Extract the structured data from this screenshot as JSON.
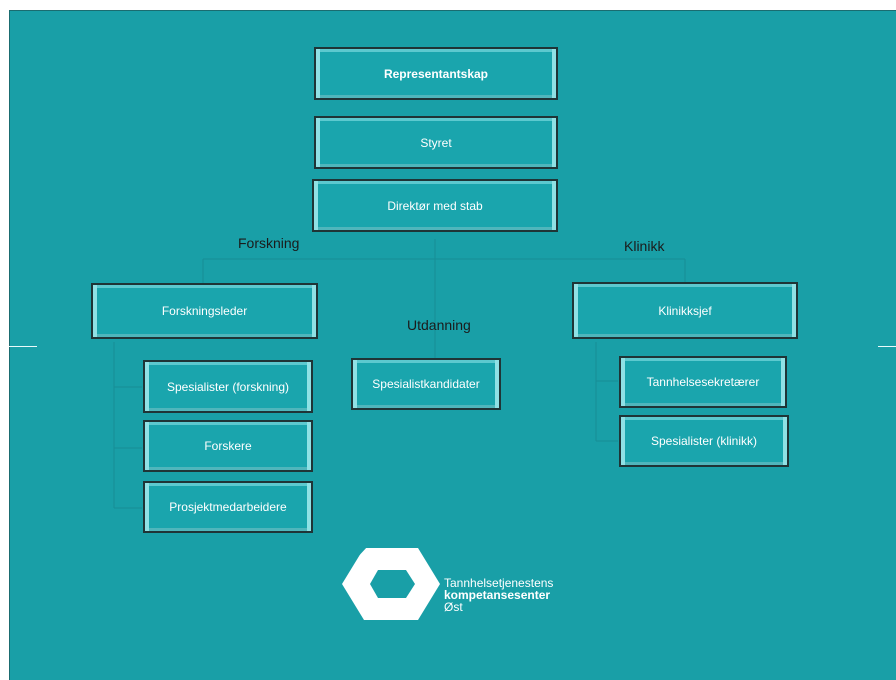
{
  "org_chart": {
    "top": {
      "representantskap": "Representantskap",
      "styret": "Styret",
      "direktor": "Direktør med stab"
    },
    "branches": {
      "forskning": {
        "heading": "Forskning",
        "leader": "Forskningsleder",
        "members": [
          "Spesialister (forskning)",
          "Forskere",
          "Prosjektmedarbeidere"
        ]
      },
      "utdanning": {
        "heading": "Utdanning",
        "members": [
          "Spesialistkandidater"
        ]
      },
      "klinikk": {
        "heading": "Klinikk",
        "leader": "Klinikksjef",
        "members": [
          "Tannhelsesekretærer",
          "Spesialister  (klinikk)"
        ]
      }
    }
  },
  "brand": {
    "line1": "Tannhelsetjenestens",
    "line2": "kompetansesenter",
    "line3": "Øst"
  },
  "colors": {
    "background": "#199fa7",
    "box_fill": "#1aa5ad",
    "box_border": "#1f3436",
    "connector": "#168e95"
  }
}
